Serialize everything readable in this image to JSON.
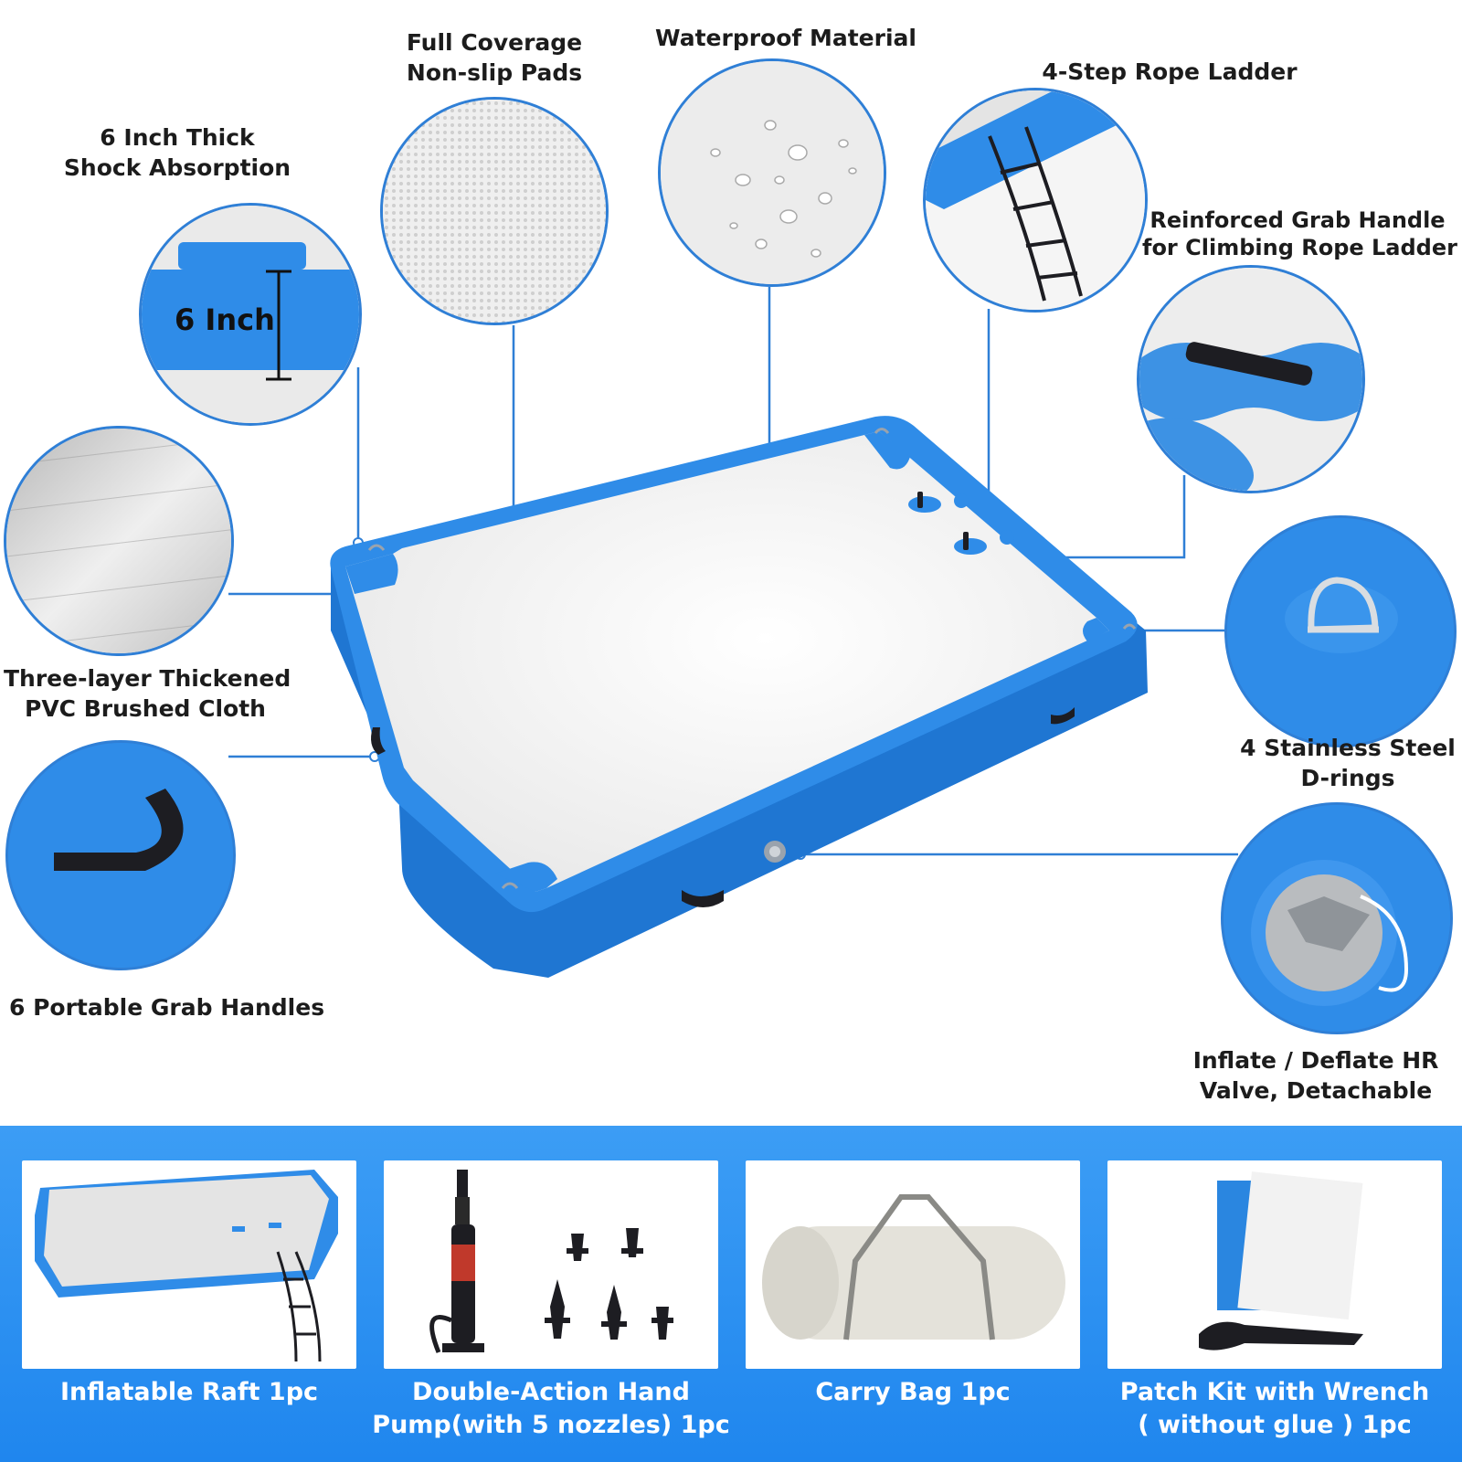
{
  "callouts": {
    "thickness": {
      "line1": "6 Inch Thick",
      "line2": "Shock Absorption",
      "measure": "6 Inch"
    },
    "nonslip": {
      "line1": "Full Coverage",
      "line2": "Non-slip Pads"
    },
    "waterproof": {
      "line1": "Waterproof Material"
    },
    "ladder": {
      "line1": "4-Step Rope Ladder"
    },
    "grab_handle": {
      "line1": "Reinforced Grab Handle",
      "line2": "for Climbing Rope Ladder"
    },
    "pvc": {
      "line1": "Three-layer Thickened",
      "line2": "PVC Brushed Cloth"
    },
    "drings": {
      "line1": "4 Stainless Steel",
      "line2": "D-rings"
    },
    "handles": {
      "line1": "6 Portable Grab Handles"
    },
    "valve": {
      "line1": "Inflate / Deflate HR",
      "line2": "Valve,  Detachable"
    }
  },
  "package": {
    "raft": {
      "line1": "Inflatable Raft 1pc"
    },
    "pump": {
      "line1": "Double-Action Hand",
      "line2": "Pump(with 5 nozzles) 1pc"
    },
    "bag": {
      "line1": "Carry Bag 1pc"
    },
    "patch": {
      "line1": "Patch Kit with Wrench",
      "line2": "( without glue ) 1pc"
    }
  },
  "colors": {
    "accent": "#2f7fd6",
    "raft_blue": "#2c8ae6",
    "deck_grey": "#ededed",
    "band_blue": "#2a8ff0",
    "handle_black": "#1d1d22"
  }
}
